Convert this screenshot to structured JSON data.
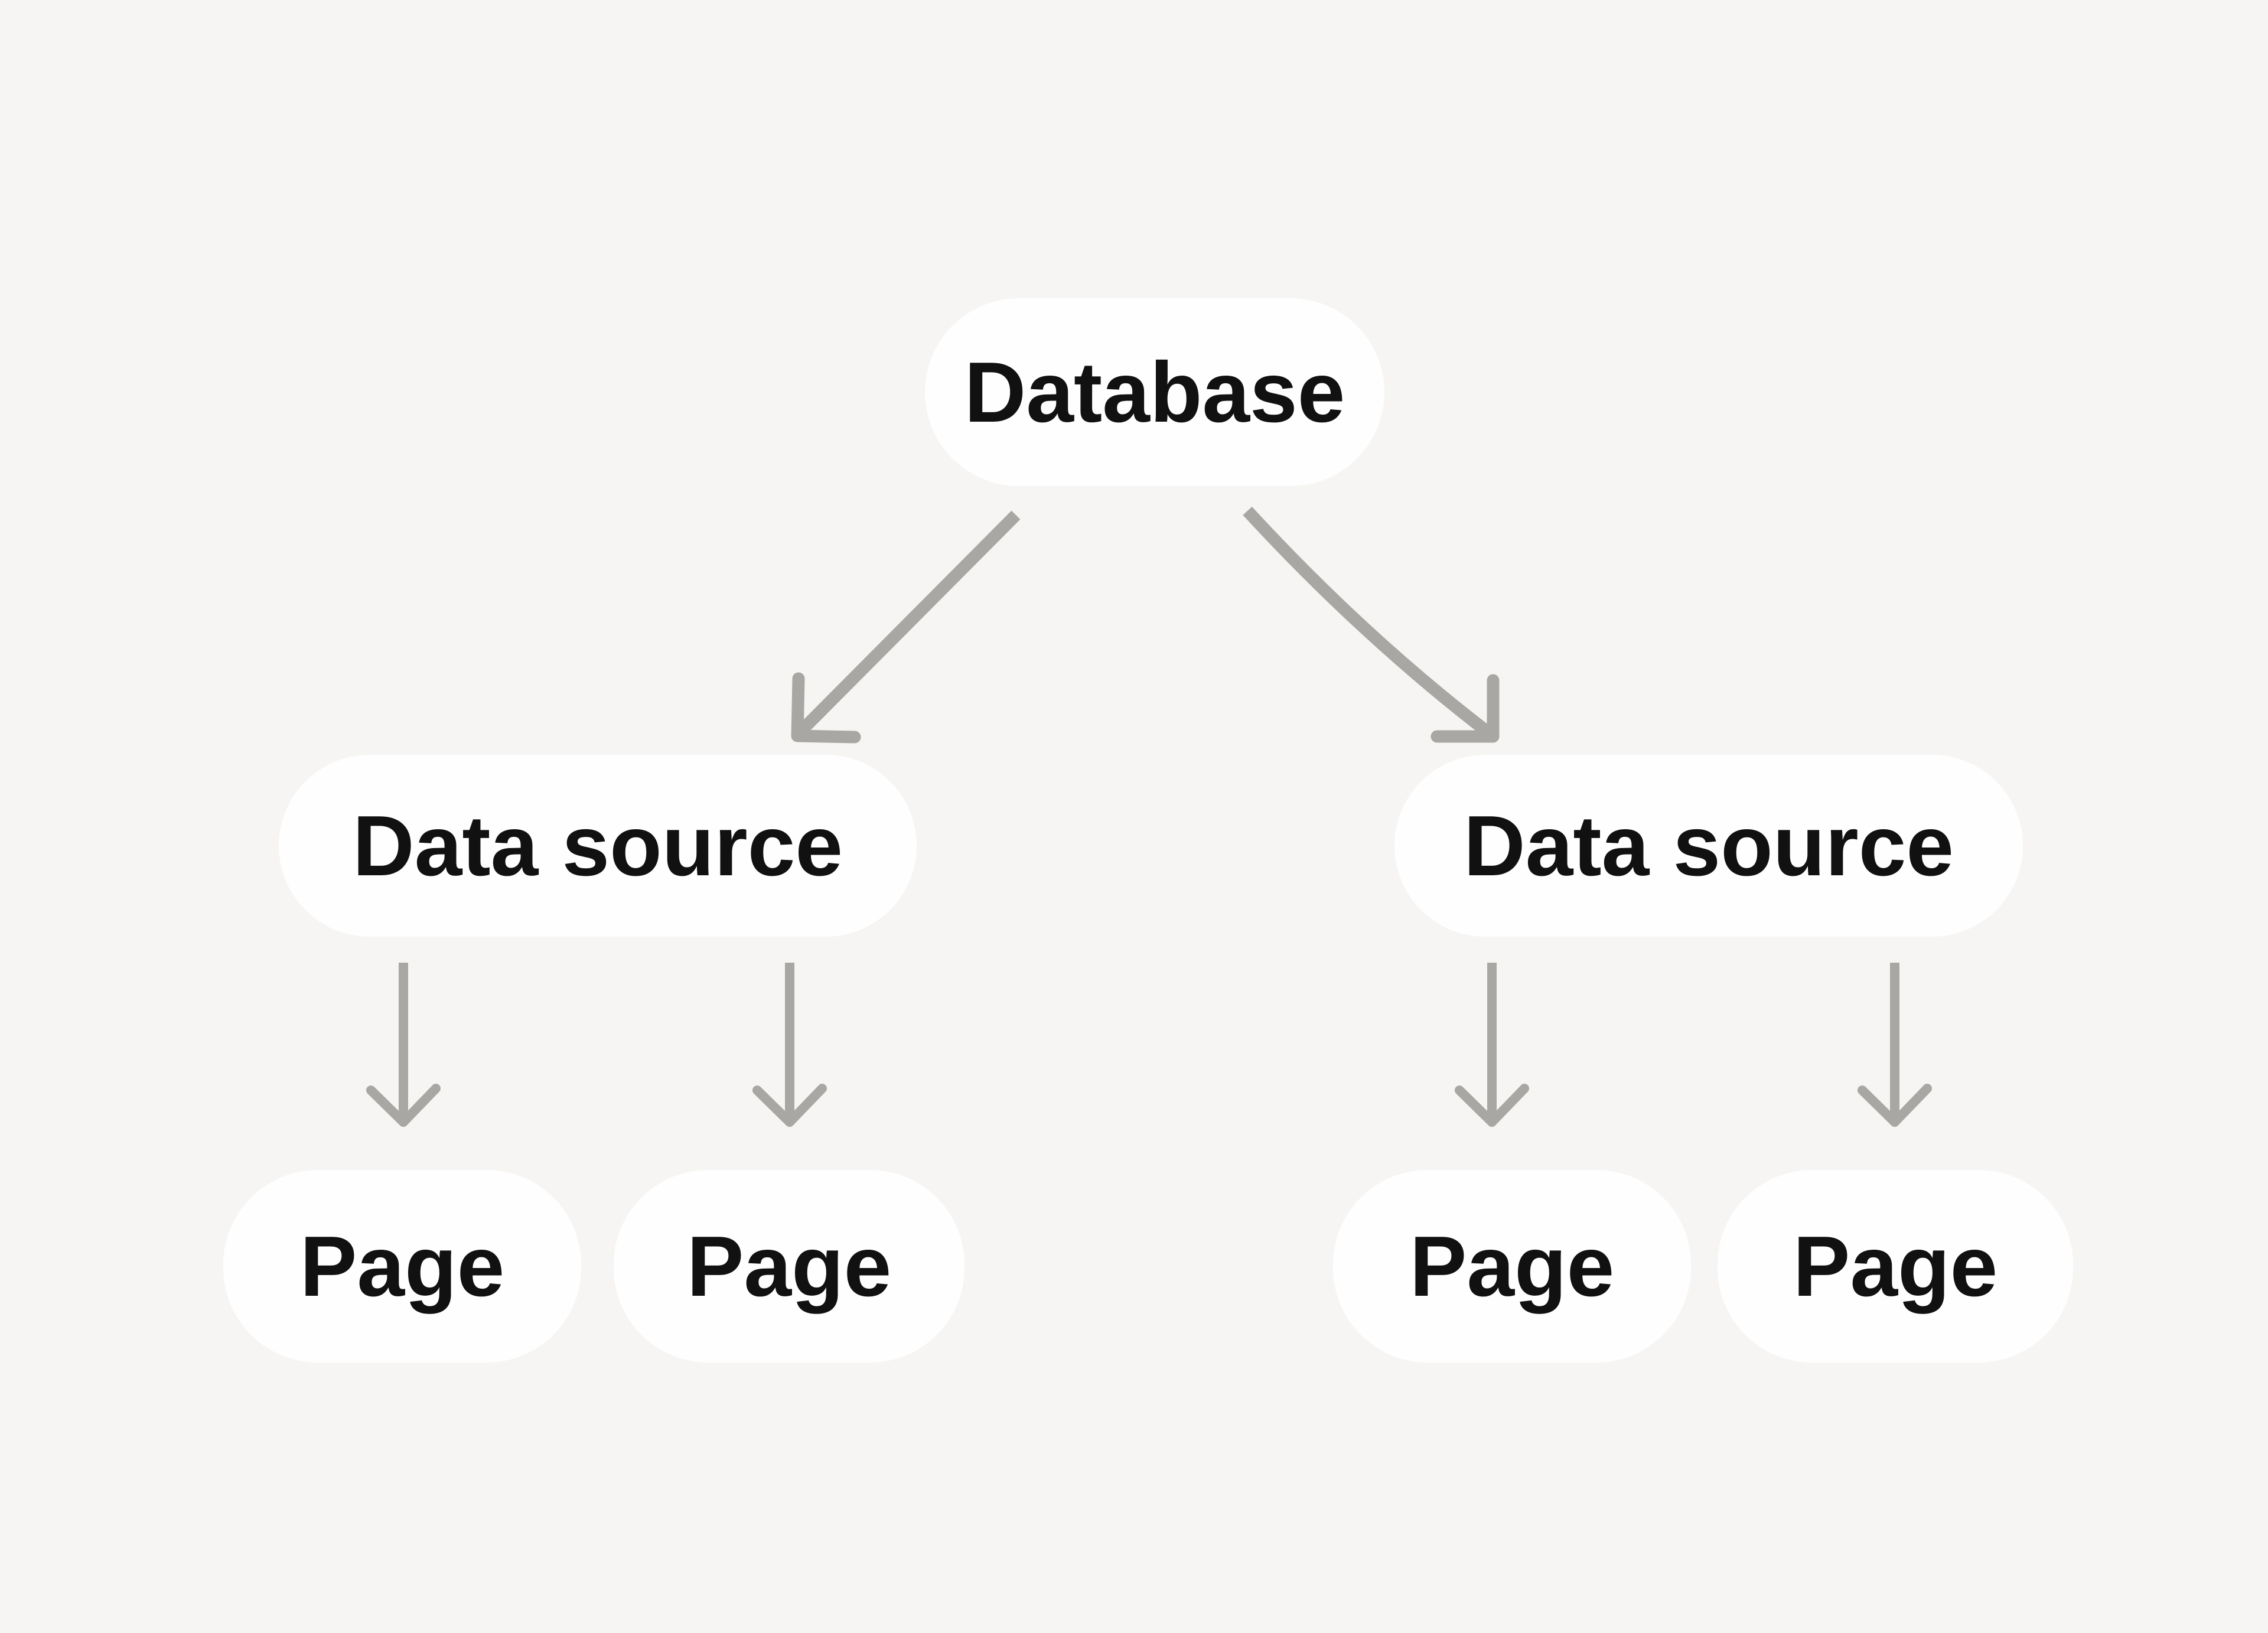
{
  "diagram": {
    "background_color": "#f6f5f3",
    "node_fill_color": "#fefefe",
    "node_text_color": "#111111",
    "arrow_color": "#a8a7a4",
    "nodes": {
      "database": {
        "label": "Database"
      },
      "datasource_left": {
        "label": "Data source"
      },
      "datasource_right": {
        "label": "Data source"
      },
      "page_1": {
        "label": "Page"
      },
      "page_2": {
        "label": "Page"
      },
      "page_3": {
        "label": "Page"
      },
      "page_4": {
        "label": "Page"
      }
    },
    "edges": [
      {
        "from": "database",
        "to": "datasource_left"
      },
      {
        "from": "database",
        "to": "datasource_right"
      },
      {
        "from": "datasource_left",
        "to": "page_1"
      },
      {
        "from": "datasource_left",
        "to": "page_2"
      },
      {
        "from": "datasource_right",
        "to": "page_3"
      },
      {
        "from": "datasource_right",
        "to": "page_4"
      }
    ]
  }
}
